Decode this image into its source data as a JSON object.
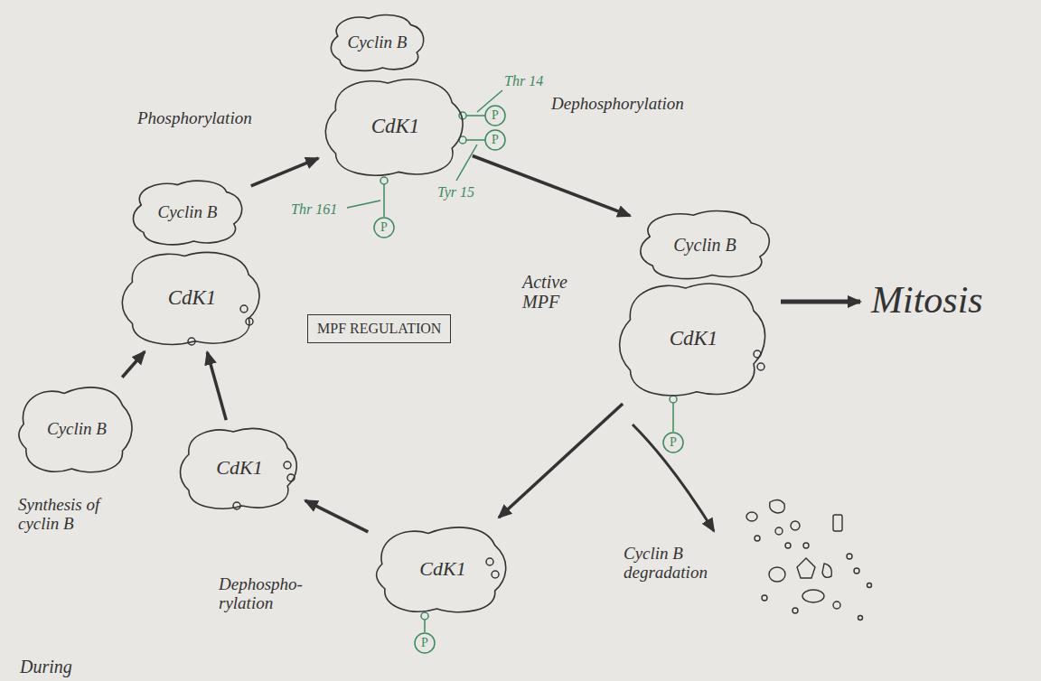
{
  "diagram": {
    "title": "MPF REGULATION",
    "nodes": [
      {
        "text": [
          "Cyclin B"
        ]
      },
      {
        "text": [
          "CdK1"
        ]
      },
      {
        "text": [
          "Cyclin B"
        ]
      },
      {
        "text": [
          "CdK1"
        ]
      },
      {
        "text": [
          "Cyclin B"
        ]
      },
      {
        "text": [
          "CdK1"
        ]
      },
      {
        "text": [
          "CdK1"
        ]
      },
      {
        "text": [
          "Cyclin B"
        ]
      },
      {
        "text": [
          "CdK1"
        ]
      }
    ],
    "edges": [
      {
        "from": 2,
        "to": 1,
        "label": "Phosphorylation",
        "arrow": "to"
      },
      {
        "from": 1,
        "to": 7,
        "label": "Dephosphorylation",
        "arrow": "to"
      },
      {
        "from": 8,
        "to": 6,
        "arrow": "to"
      },
      {
        "from": 6,
        "to": 5,
        "label": "Dephospho- rylation",
        "arrow": "to"
      },
      {
        "from": 5,
        "to": 3,
        "arrow": "to"
      },
      {
        "from": 4,
        "to": 3,
        "label": "Synthesis of cyclin B",
        "arrow": "to"
      }
    ],
    "labels": [
      "Thr 14",
      "Tyr 15",
      "Thr 161",
      "P",
      "P",
      "P",
      "Active MPF",
      "Mitosis",
      "P",
      "Cyclin B degradation",
      "P",
      "During"
    ]
  }
}
